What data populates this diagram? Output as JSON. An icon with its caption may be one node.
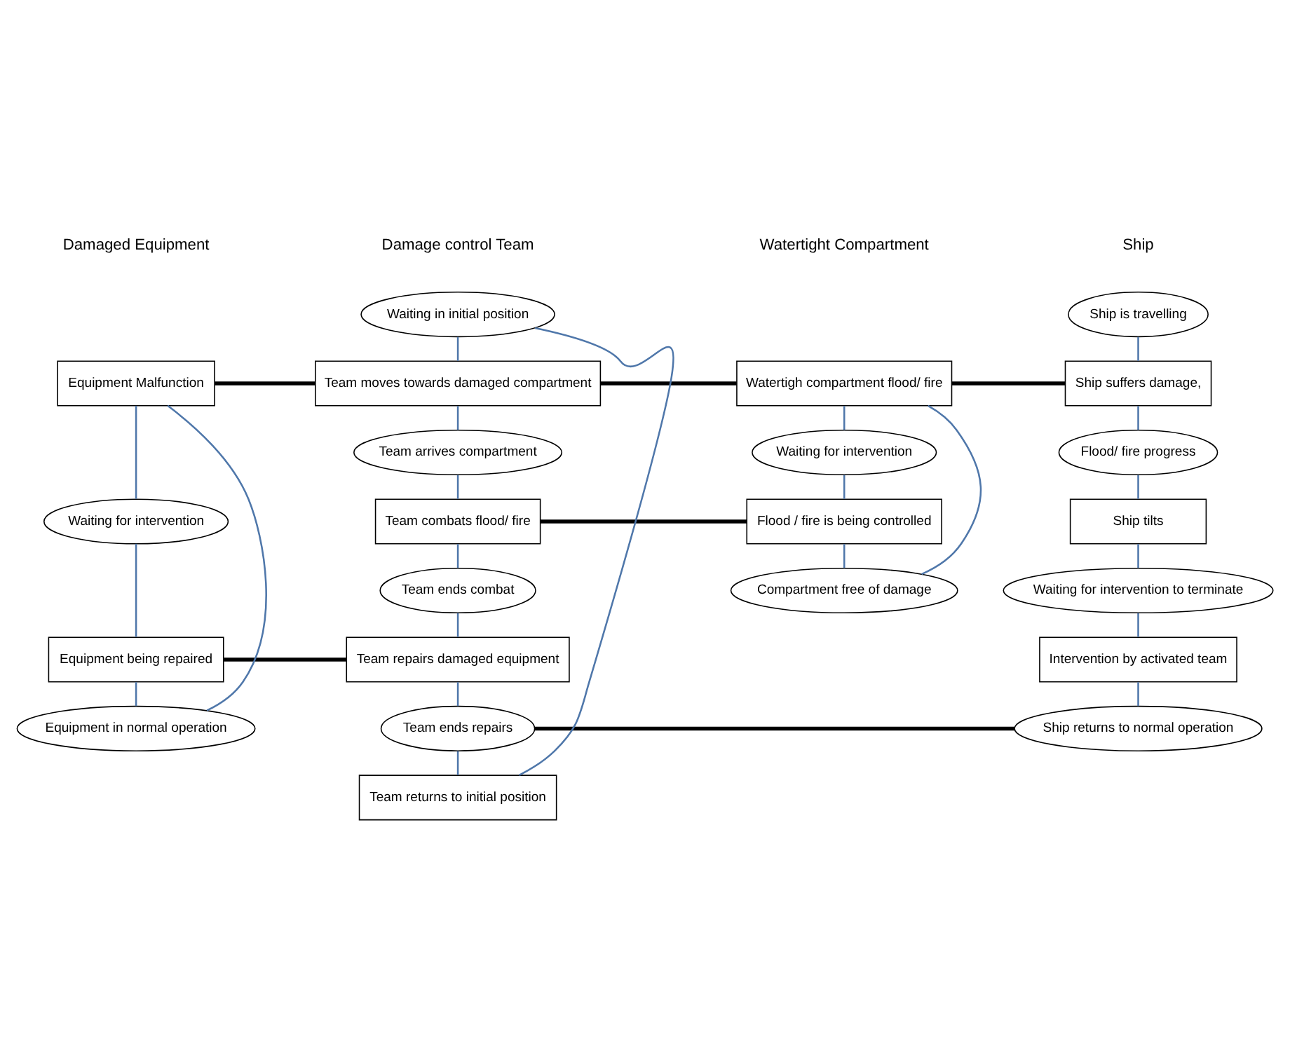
{
  "diagram": {
    "nodes": [
      {
        "text": [
          "Ship is travelling"
        ]
      },
      {
        "text": [
          "Ship suffers damage,"
        ]
      },
      {
        "text": [
          "Flood/ fire progress"
        ]
      },
      {
        "text": [
          "Ship tilts"
        ]
      },
      {
        "text": [
          "Waiting for intervention to terminate"
        ]
      },
      {
        "text": [
          "Intervention by activated team"
        ]
      },
      {
        "text": [
          "Ship returns to normal operation"
        ]
      },
      {
        "text": [
          "Watertigh compartment flood/ fire"
        ]
      },
      {
        "text": [
          "Waiting for intervention"
        ]
      },
      {
        "text": [
          "Flood / fire is being controlled"
        ]
      },
      {
        "text": [
          "Compartment free of damage"
        ]
      },
      {
        "text": [
          "Waiting in initial position"
        ]
      },
      {
        "text": [
          "Team moves towards damaged compartment"
        ]
      },
      {
        "text": [
          "Team arrives compartment"
        ]
      },
      {
        "text": [
          "Team combats flood/ fire"
        ]
      },
      {
        "text": [
          "Team ends combat"
        ]
      },
      {
        "text": [
          "Team repairs damaged equipment"
        ]
      },
      {
        "text": [
          "Team ends repairs"
        ]
      },
      {
        "text": [
          "Team returns to initial position"
        ]
      },
      {
        "text": [
          "Equipment Malfunction"
        ]
      },
      {
        "text": [
          "Waiting for intervention"
        ]
      },
      {
        "text": [
          "Equipment being repaired"
        ]
      },
      {
        "text": [
          "Equipment in normal operation"
        ]
      }
    ],
    "edges": [
      {
        "from": 0,
        "to": 1,
        "arrow": "none"
      },
      {
        "from": 1,
        "to": 2,
        "arrow": "none"
      },
      {
        "from": 2,
        "to": 3,
        "arrow": "none"
      },
      {
        "from": 3,
        "to": 4,
        "arrow": "none"
      },
      {
        "from": 4,
        "to": 5,
        "arrow": "none"
      },
      {
        "from": 5,
        "to": 6,
        "arrow": "none"
      },
      {
        "from": 7,
        "to": 8,
        "arrow": "none"
      },
      {
        "from": 8,
        "to": 9,
        "arrow": "none"
      },
      {
        "from": 9,
        "to": 10,
        "arrow": "none"
      },
      {
        "from": 10,
        "to": 7,
        "arrow": "none"
      },
      {
        "from": 11,
        "to": 12,
        "arrow": "none"
      },
      {
        "from": 12,
        "to": 13,
        "arrow": "none"
      },
      {
        "from": 13,
        "to": 14,
        "arrow": "none"
      },
      {
        "from": 14,
        "to": 15,
        "arrow": "none"
      },
      {
        "from": 15,
        "to": 16,
        "arrow": "none"
      },
      {
        "from": 16,
        "to": 17,
        "arrow": "none"
      },
      {
        "from": 17,
        "to": 18,
        "arrow": "none"
      },
      {
        "from": 18,
        "to": 11,
        "arrow": "none"
      },
      {
        "from": 19,
        "to": 20,
        "arrow": "none"
      },
      {
        "from": 20,
        "to": 21,
        "arrow": "none"
      },
      {
        "from": 21,
        "to": 22,
        "arrow": "none"
      },
      {
        "from": 22,
        "to": 19,
        "arrow": "none"
      },
      {
        "from": 1,
        "to": 7,
        "arrow": "none",
        "style": "thick",
        "color": "#000000"
      },
      {
        "from": 7,
        "to": 12,
        "arrow": "none",
        "style": "thick",
        "color": "#000000"
      },
      {
        "from": 12,
        "to": 19,
        "arrow": "none",
        "style": "thick",
        "color": "#000000"
      },
      {
        "from": 9,
        "to": 14,
        "arrow": "none",
        "style": "thick",
        "color": "#000000"
      },
      {
        "from": 16,
        "to": 21,
        "arrow": "none",
        "style": "thick",
        "color": "#000000"
      },
      {
        "from": 6,
        "to": 17,
        "arrow": "none",
        "style": "thick",
        "color": "#000000"
      }
    ],
    "labels": [
      "Ship",
      "Watertight Compartment",
      "Damage control Team",
      "Damaged Equipment"
    ]
  }
}
